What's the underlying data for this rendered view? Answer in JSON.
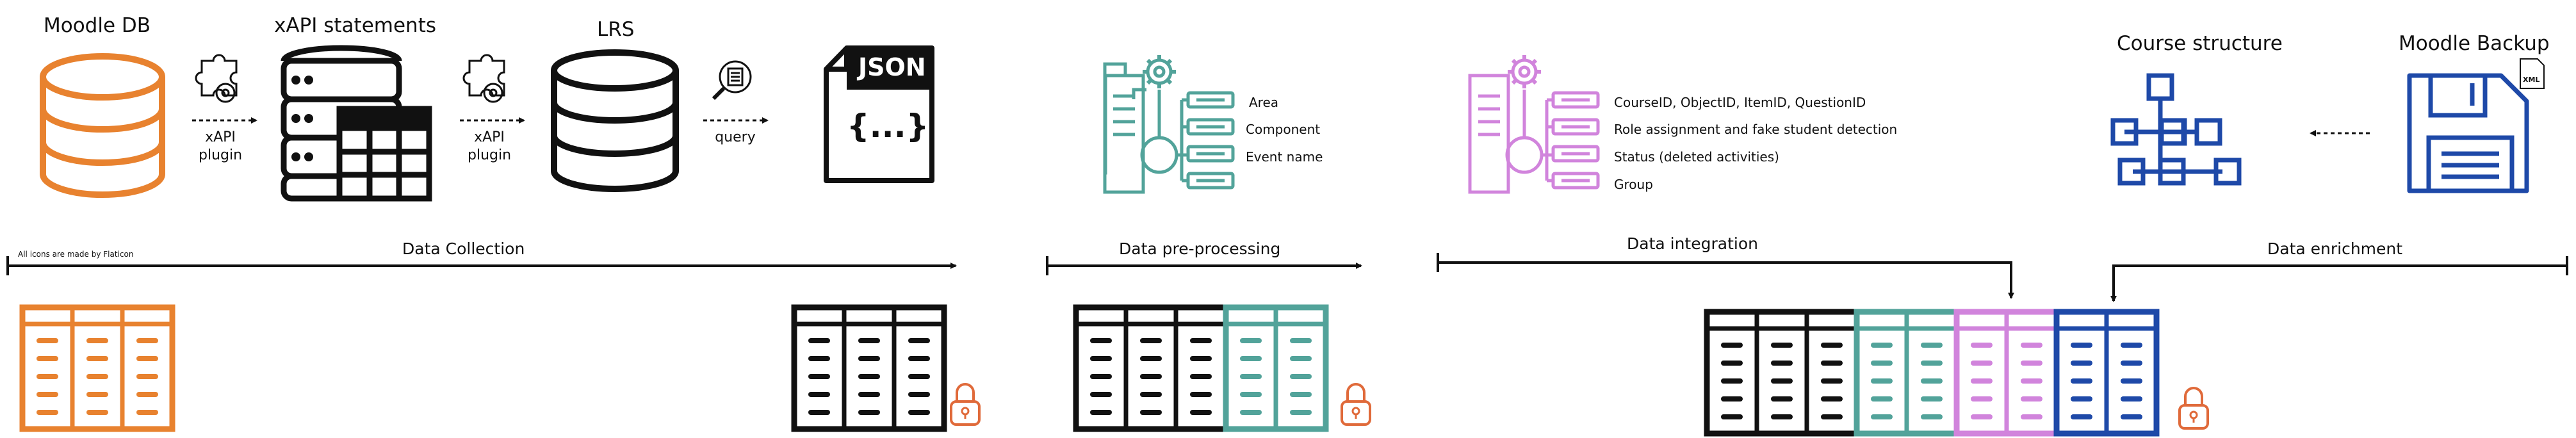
{
  "top_labels": {
    "moodle_db": "Moodle DB",
    "xapi_statements": "xAPI statements",
    "lrs": "LRS",
    "course_structure": "Course structure",
    "moodle_backup": "Moodle Backup"
  },
  "arrow_labels": {
    "xapi_plugin_1": [
      "xAPI",
      "plugin"
    ],
    "xapi_plugin_2": [
      "xAPI",
      "plugin"
    ],
    "query": "query"
  },
  "icons": {
    "json_text": "JSON",
    "json_braces": "{...}",
    "xml_text": "XML"
  },
  "preprocessing_items": [
    "Area",
    "Component",
    "Event name"
  ],
  "integration_items": [
    "CourseID, ObjectID, ItemID, QuestionID",
    "Role assignment and fake student detection",
    "Status (deleted activities)",
    "Group"
  ],
  "phases": {
    "data_collection": "Data Collection",
    "data_preprocessing": "Data pre-processing",
    "data_integration": "Data integration",
    "data_enrichment": "Data enrichment"
  },
  "credit": "All icons are made by Flaticon",
  "colors": {
    "orange": "#E8822F",
    "black": "#111111",
    "teal": "#52A39A",
    "violet": "#D184DC",
    "blue": "#1E49A8",
    "lock": "#E06A3A"
  }
}
